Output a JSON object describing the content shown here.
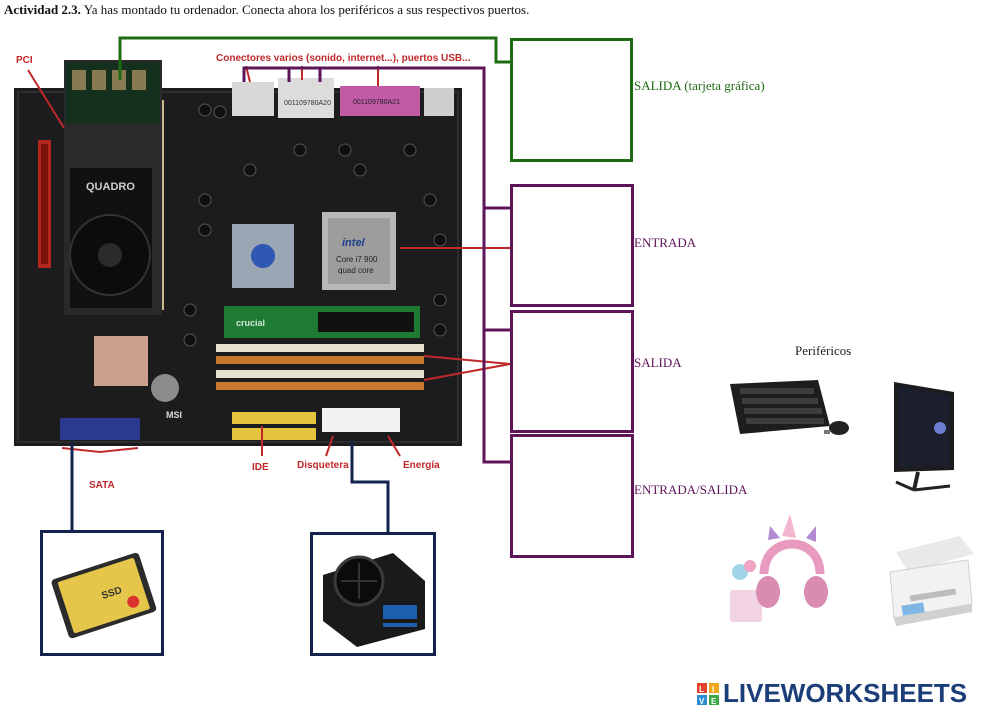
{
  "header": {
    "activity": "Actividad 2.3.",
    "instruction": "Ya has montado tu ordenador. Conecta ahora los periféricos a sus respectivos puertos."
  },
  "board_labels": {
    "pci": "PCI",
    "connectors": "Conectores varios (sonido, internet...), puertos USB...",
    "sata": "SATA",
    "ide": "IDE",
    "floppy": "Disquetera",
    "power": "Energía"
  },
  "board_texts": {
    "gpu_brand": "QUADRO",
    "cpu_brand": "intel",
    "cpu_model": "Core i7 900",
    "cpu_cores": "quad core",
    "ram_brand": "crucial",
    "port_code_1": "001109780A20",
    "port_code_2": "001109780A21",
    "board_brand": "MSI"
  },
  "drop_boxes": [
    {
      "label": "SALIDA (tarjeta gráfica)",
      "color": "#1f6b14"
    },
    {
      "label": "ENTRADA",
      "color": "#5e1459"
    },
    {
      "label": "SALIDA",
      "color": "#5e1459"
    },
    {
      "label": "ENTRADA/SALIDA",
      "color": "#5e1459"
    }
  ],
  "devices": {
    "ssd_text": "SSD",
    "psu": "power-supply"
  },
  "peripherals": {
    "title": "Periféricos",
    "items": [
      "keyboard-mouse",
      "monitor",
      "headphones",
      "printer"
    ]
  },
  "logo": {
    "text": "LIVEWORKSHEETS",
    "mark_letters": [
      "L",
      "I",
      "V",
      "E"
    ]
  },
  "colors": {
    "green": "#1f6b14",
    "purple": "#5e1459",
    "navy": "#13234e",
    "red": "#c0282a"
  }
}
